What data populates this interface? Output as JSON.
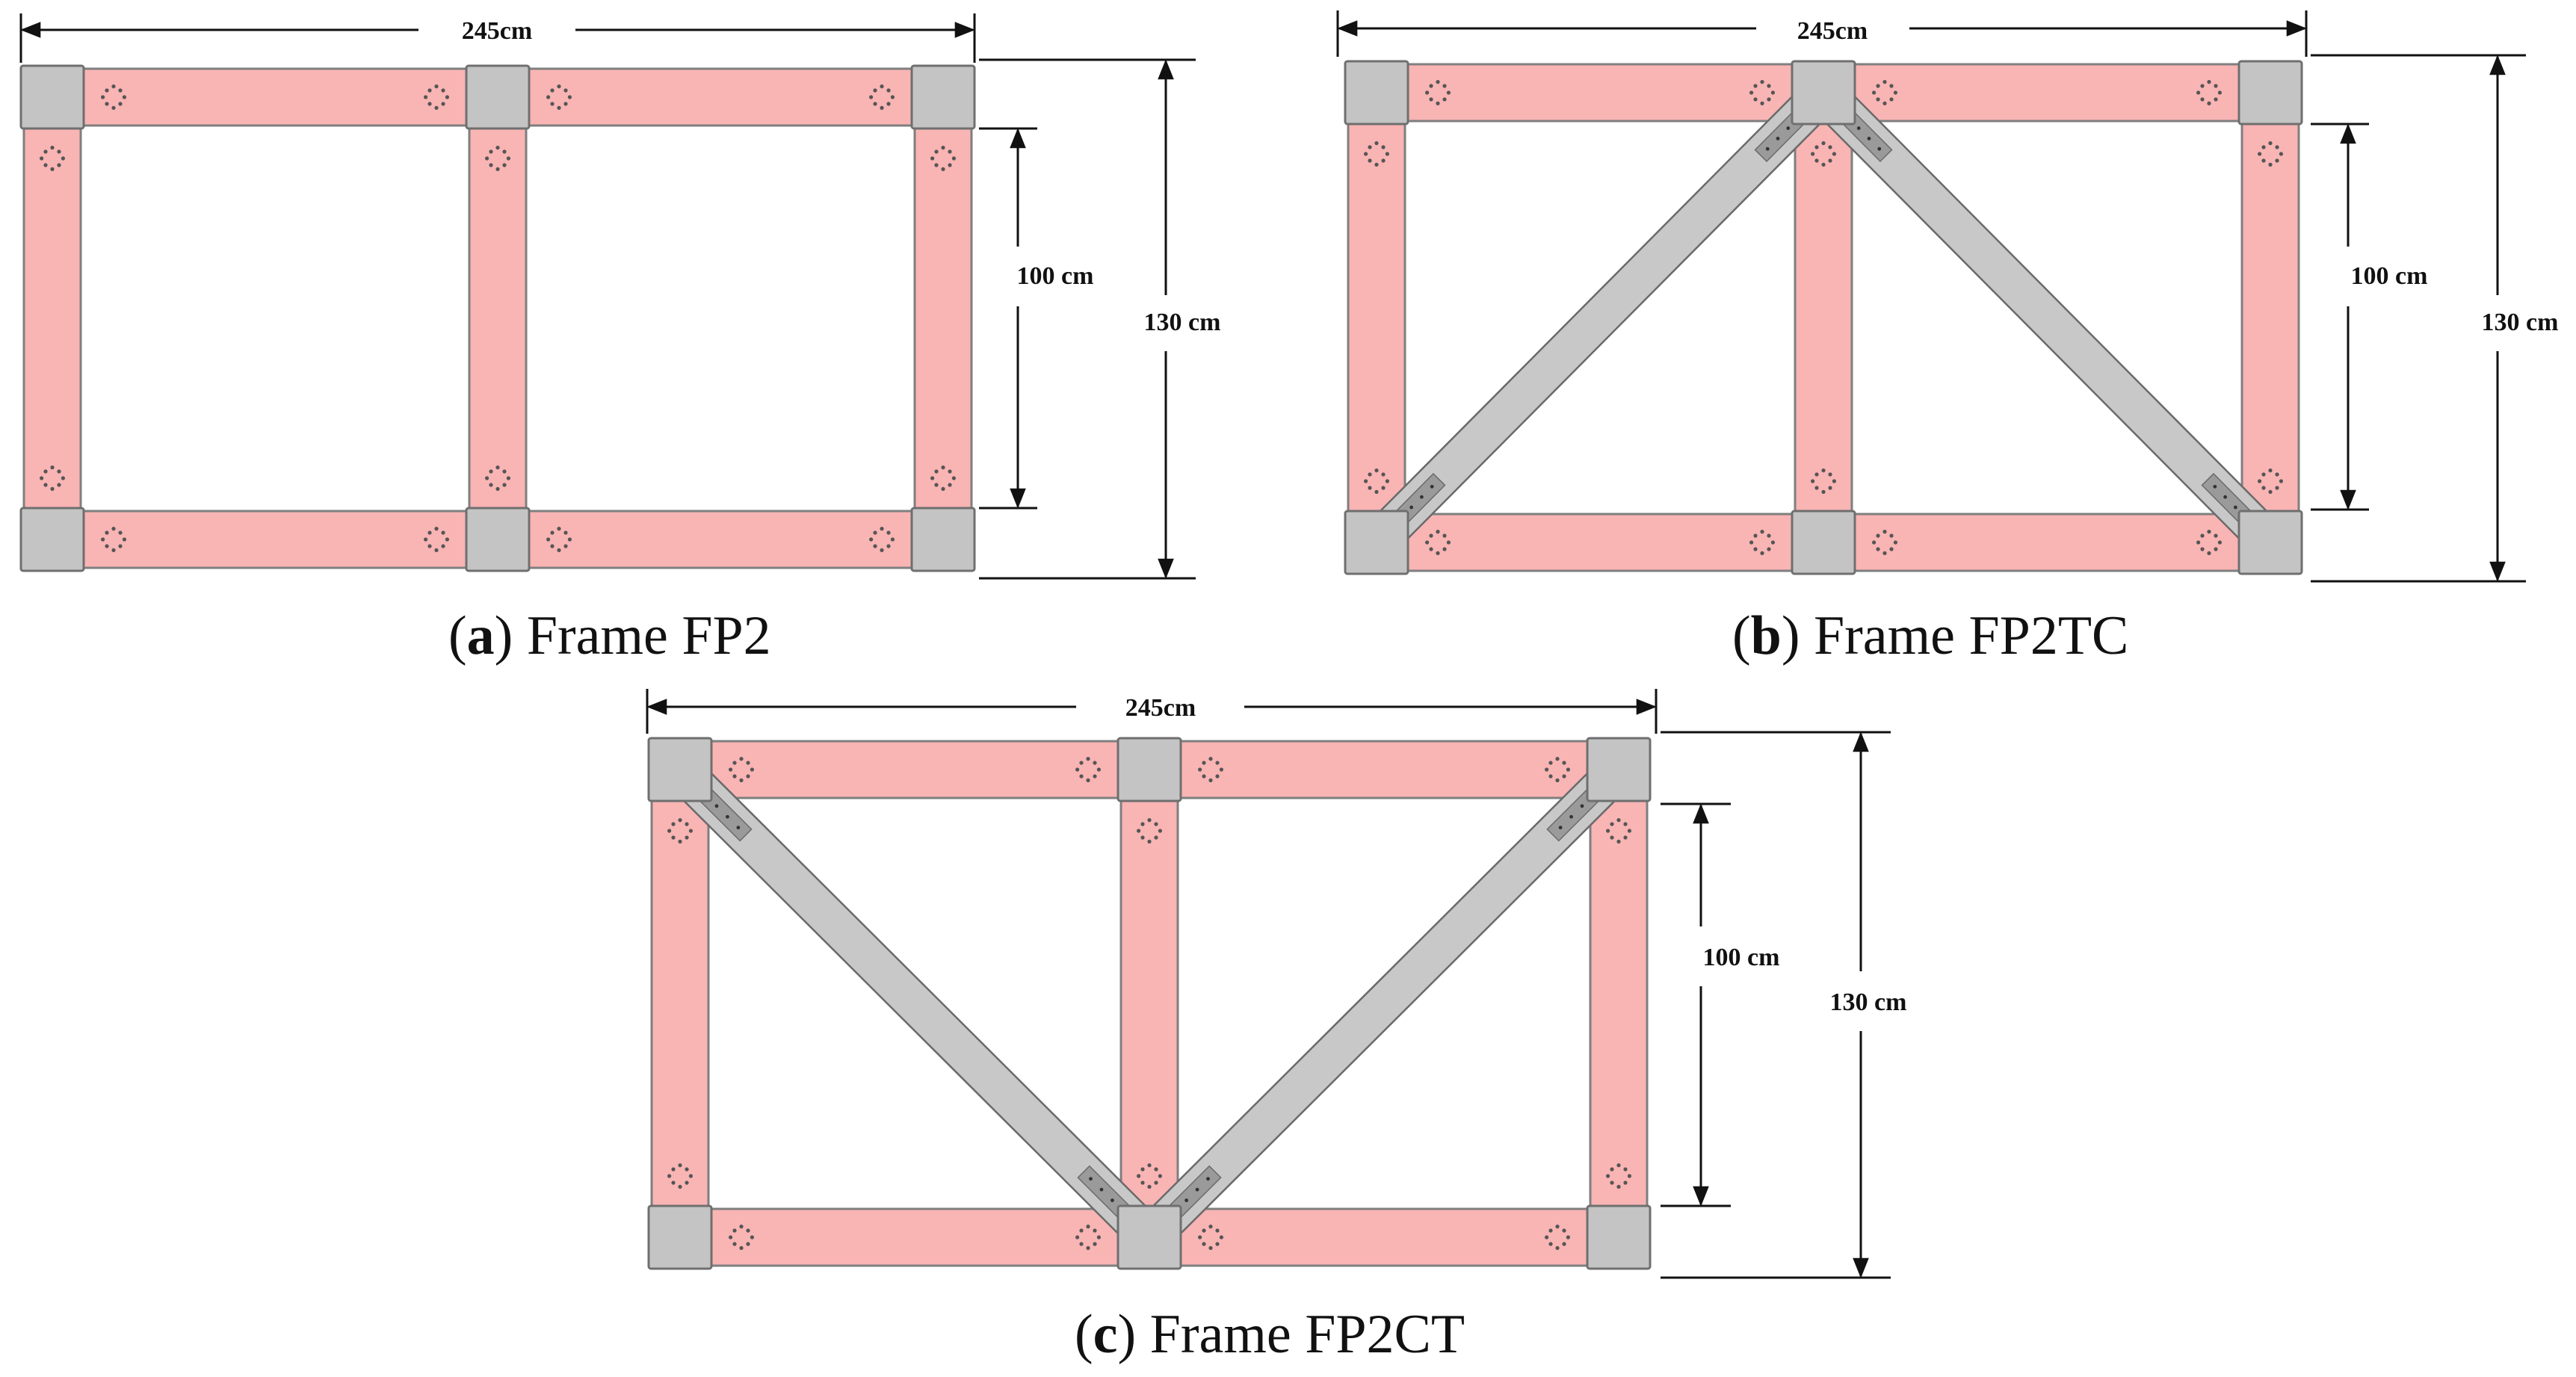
{
  "colors": {
    "member_fill": "#f9b4b4",
    "member_stroke": "#7f7f7f",
    "joint_fill": "#c4c4c4",
    "joint_stroke": "#6f6f6f",
    "brace_fill": "#c8c8c8",
    "brace_stroke": "#6a6a6a",
    "plate_fill": "#9a9a9a",
    "dot_color": "#555555",
    "dimension_line": "#111111"
  },
  "frames": [
    {
      "id": "a",
      "caption_letter": "a",
      "caption_text": "Frame FP2",
      "bracing": "none",
      "dimensions": {
        "width_label": "245cm",
        "inner_height_label": "100 cm",
        "outer_height_label": "130 cm"
      }
    },
    {
      "id": "b",
      "caption_letter": "b",
      "caption_text": "Frame FP2TC",
      "bracing": "inverted-v (apex at top middle)",
      "dimensions": {
        "width_label": "245cm",
        "inner_height_label": "100 cm",
        "outer_height_label": "130 cm"
      }
    },
    {
      "id": "c",
      "caption_letter": "c",
      "caption_text": "Frame FP2CT",
      "bracing": "v (apex at bottom middle)",
      "dimensions": {
        "width_label": "245cm",
        "inner_height_label": "100 cm",
        "outer_height_label": "130 cm"
      }
    }
  ]
}
